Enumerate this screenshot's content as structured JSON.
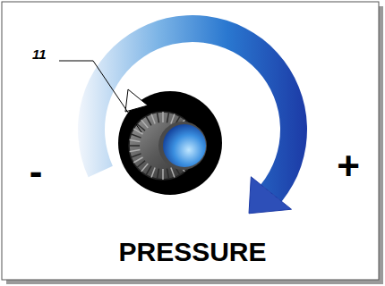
{
  "diagram": {
    "labels": [
      "11",
      "-",
      "+",
      "PRESSURE"
    ]
  }
}
